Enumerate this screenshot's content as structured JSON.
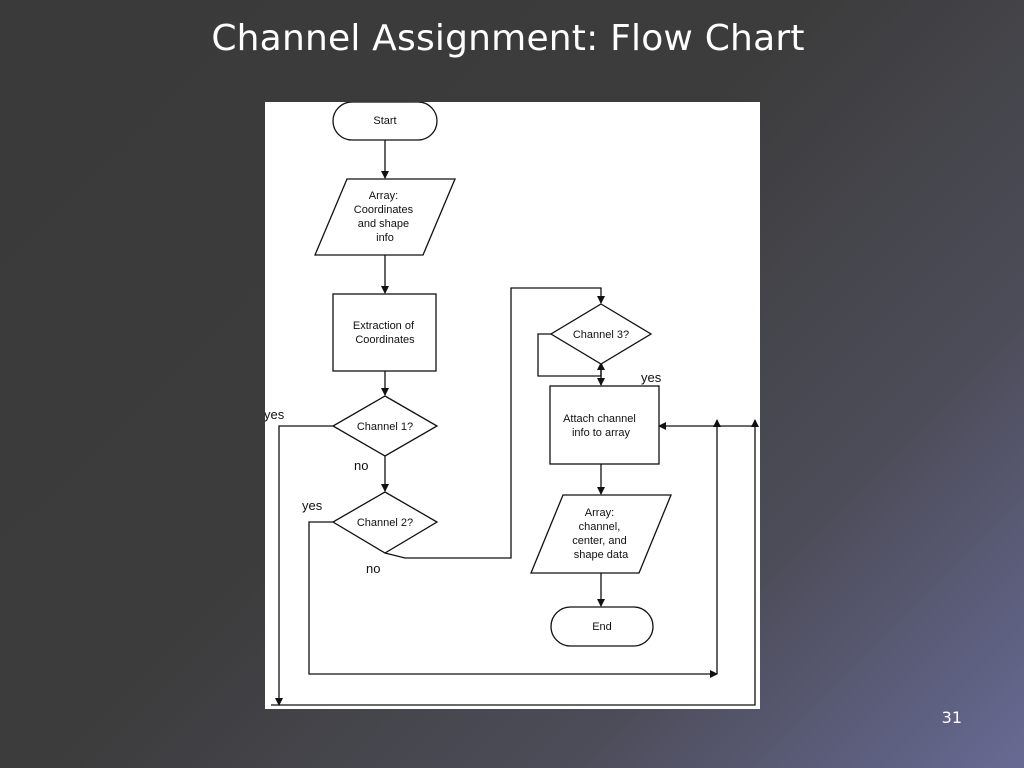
{
  "slide": {
    "title": "Channel Assignment: Flow Chart",
    "page_number": "31"
  },
  "flowchart": {
    "nodes": {
      "start": {
        "shape": "terminal",
        "lines": [
          "Start"
        ]
      },
      "array_input": {
        "shape": "data",
        "lines": [
          "Array:",
          "Coordinates",
          "and shape",
          "info"
        ]
      },
      "extraction": {
        "shape": "process",
        "lines": [
          "Extraction of",
          "Coordinates"
        ]
      },
      "channel1": {
        "shape": "decision",
        "lines": [
          "Channel 1?"
        ]
      },
      "channel2": {
        "shape": "decision",
        "lines": [
          "Channel 2?"
        ]
      },
      "channel3": {
        "shape": "decision",
        "lines": [
          "Channel  3?"
        ]
      },
      "attach": {
        "shape": "process",
        "lines": [
          "Attach channel",
          "info to array"
        ]
      },
      "array_output": {
        "shape": "data",
        "lines": [
          "Array:",
          "channel,",
          "center, and",
          "shape data"
        ]
      },
      "end": {
        "shape": "terminal",
        "lines": [
          "End"
        ]
      }
    },
    "edge_labels": {
      "channel1_yes": "yes",
      "channel1_no": "no",
      "channel2_yes": "yes",
      "channel2_no": "no",
      "channel3_yes": "yes"
    }
  }
}
